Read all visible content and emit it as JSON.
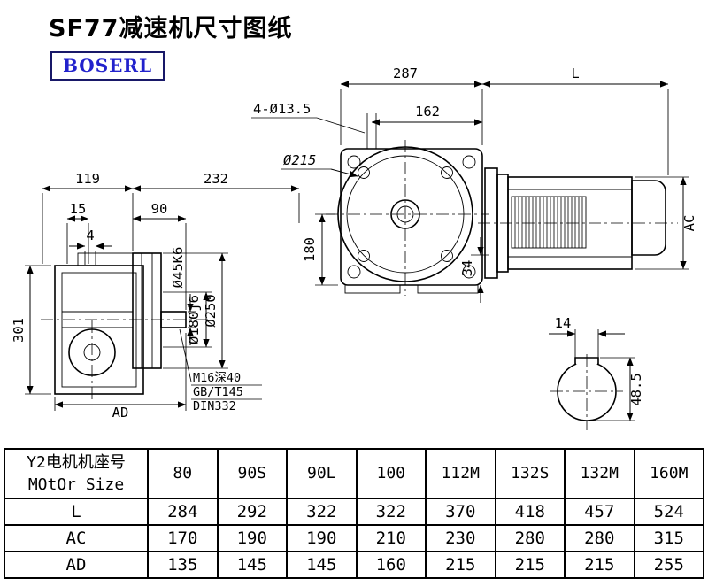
{
  "page": {
    "title": "SF77减速机尺寸图纸",
    "logo": "BOSERL"
  },
  "colors": {
    "line": "#000000",
    "logo_text": "#2222cc",
    "logo_border": "#181868"
  },
  "drawing": {
    "side_view": {
      "dim_119": "119",
      "dim_232": "232",
      "dim_15": "15",
      "dim_90": "90",
      "dim_4": "4",
      "dim_301": "301",
      "dim_ad": "AD",
      "shaft_dia": "Ø45K6",
      "spigot_dia": "Ø180j6",
      "flange_dia": "Ø250",
      "tap_note": "M16深40",
      "standard_note": "GB/T145",
      "din_note": "DIN332"
    },
    "front_view": {
      "dim_287": "287",
      "dim_l": "L",
      "dim_162": "162",
      "bolt_holes": "4-Ø13.5",
      "flange_dia": "Ø215",
      "dim_180": "180",
      "dim_34": "34",
      "dim_ac": "AC"
    },
    "shaft_section": {
      "key_width": "14",
      "key_top": "48.5"
    }
  },
  "table": {
    "header": {
      "line1": "Y2电机机座号",
      "line2": "MOtOr Size"
    },
    "columns": [
      "80",
      "90S",
      "90L",
      "100",
      "112M",
      "132S",
      "132M",
      "160M"
    ],
    "rows": [
      {
        "label": "L",
        "values": [
          "284",
          "292",
          "322",
          "322",
          "370",
          "418",
          "457",
          "524"
        ]
      },
      {
        "label": "AC",
        "values": [
          "170",
          "190",
          "190",
          "210",
          "230",
          "280",
          "280",
          "315"
        ]
      },
      {
        "label": "AD",
        "values": [
          "135",
          "145",
          "145",
          "160",
          "215",
          "215",
          "215",
          "255"
        ]
      }
    ]
  }
}
